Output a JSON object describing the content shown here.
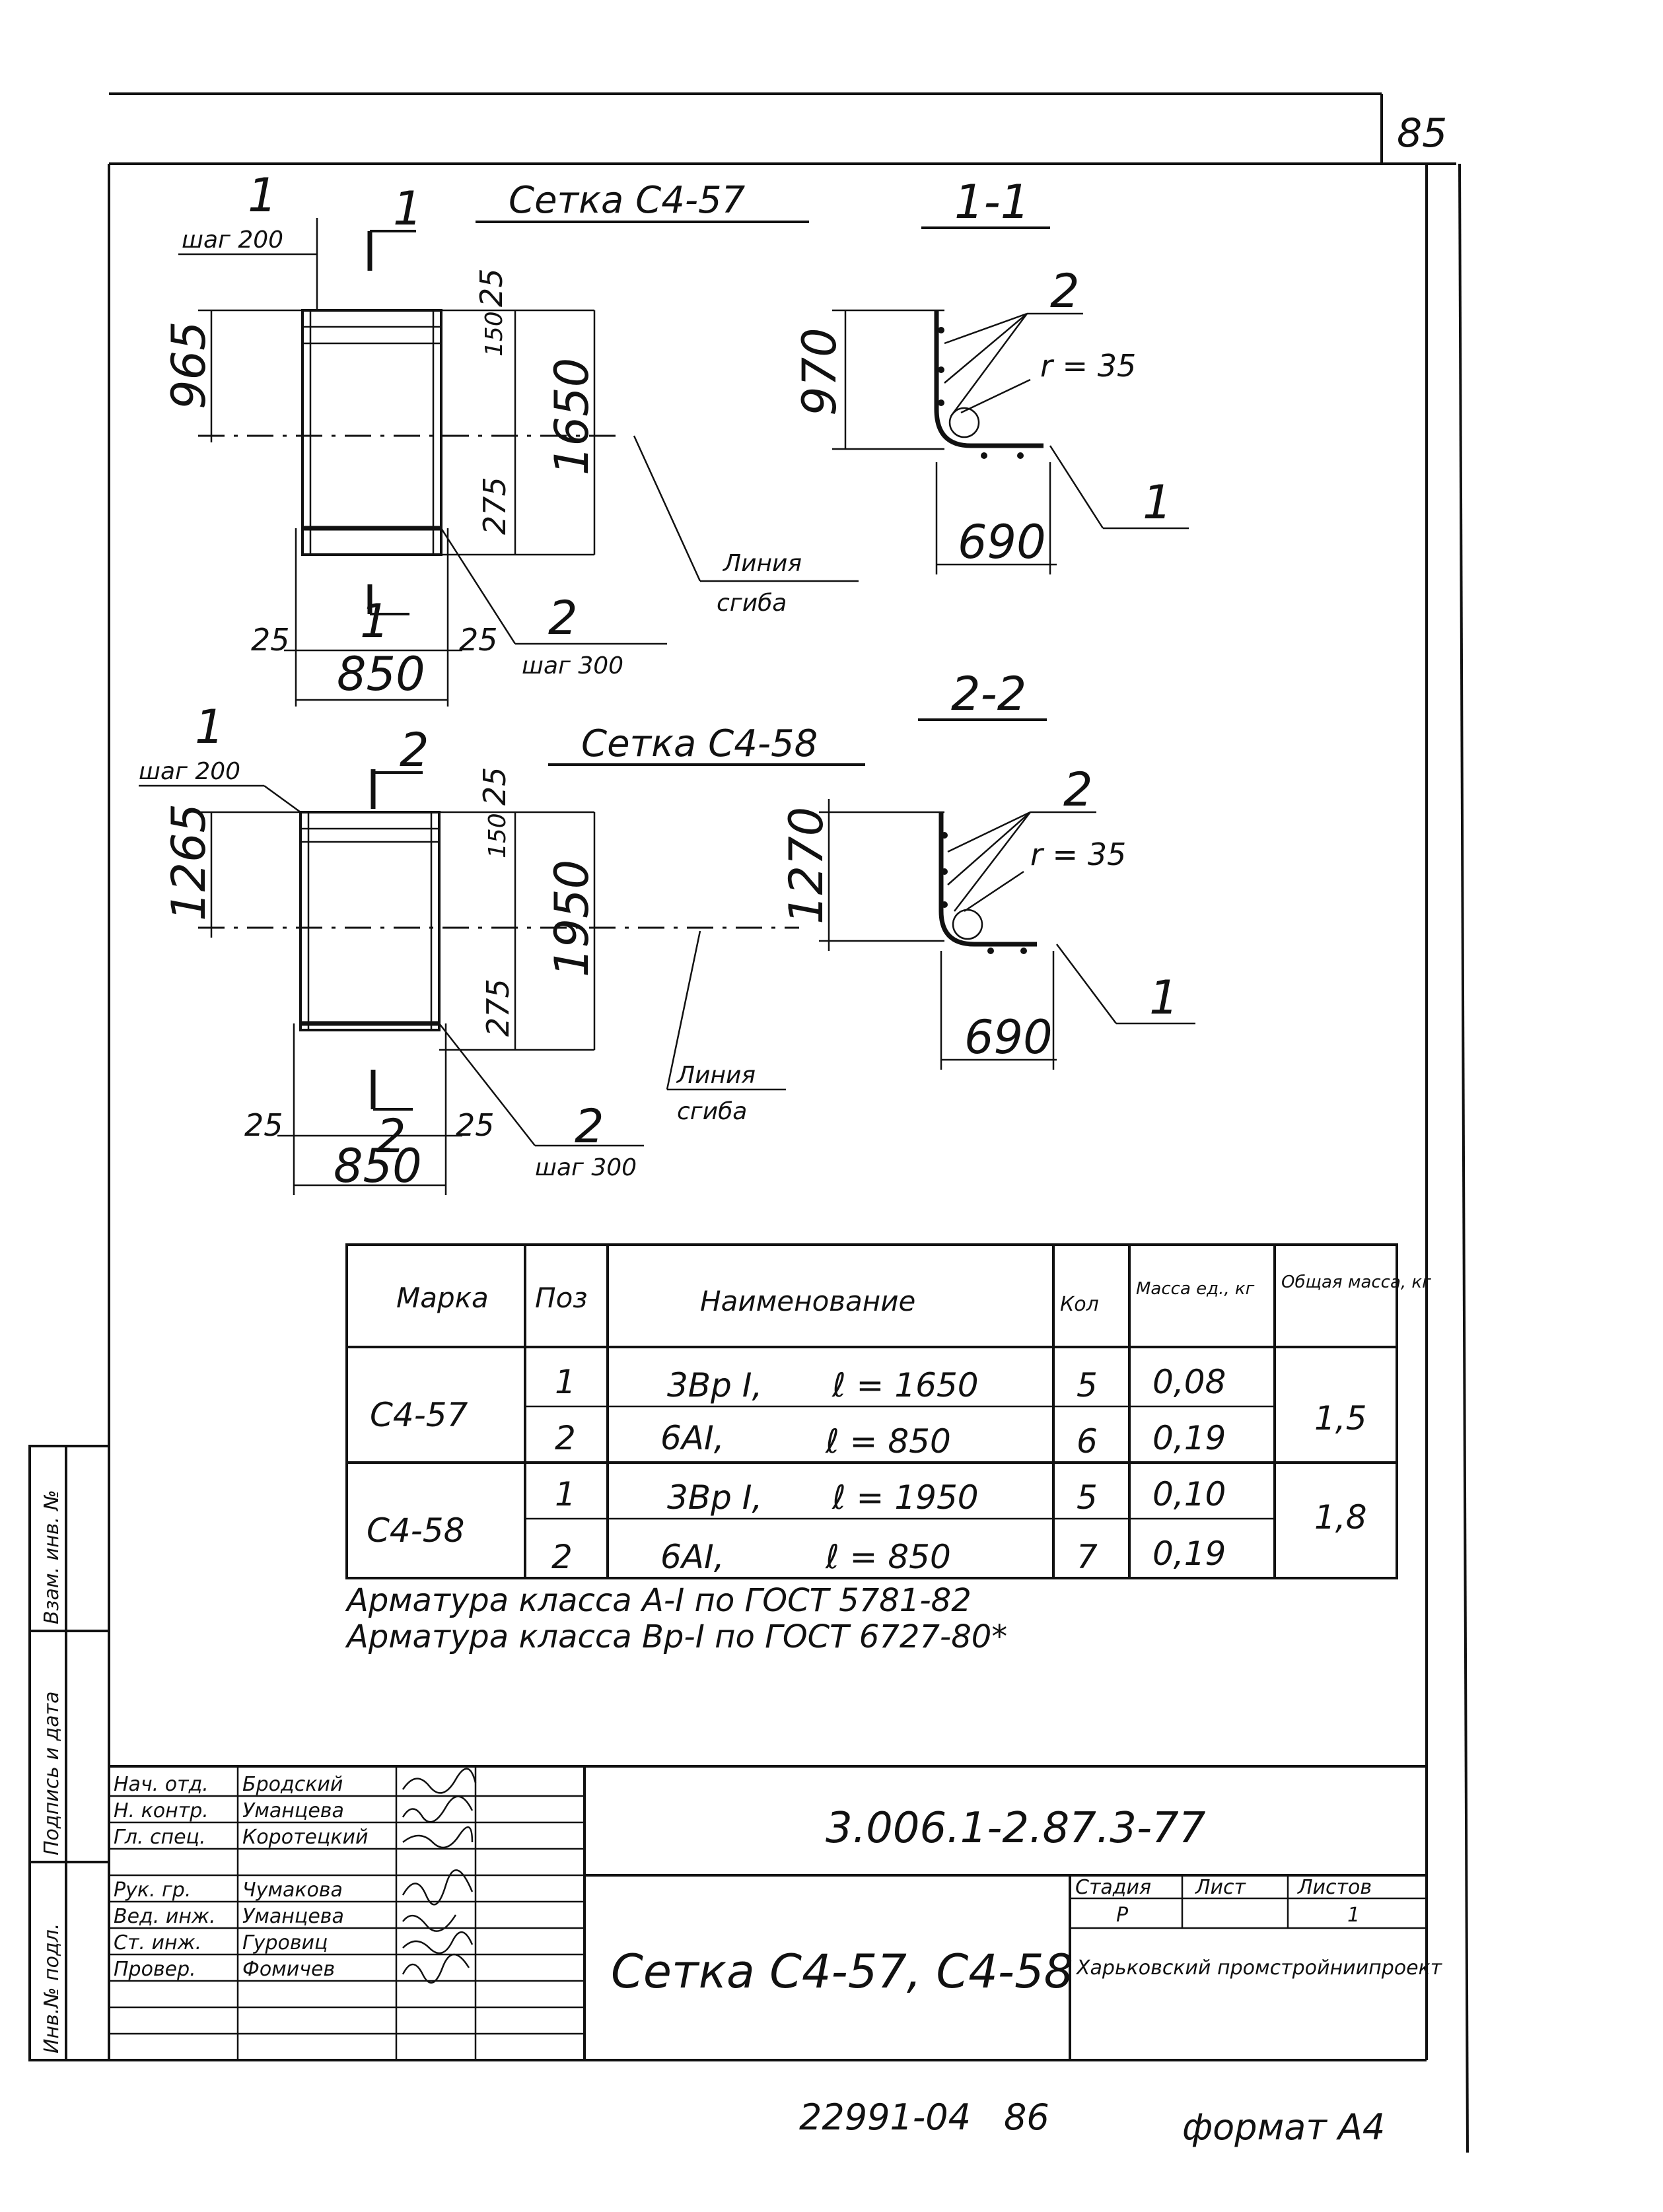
{
  "sheet": {
    "page_number": "85",
    "footer_code": "22991-04",
    "footer_number": "86",
    "format": "формат А4"
  },
  "mesh1": {
    "title": "Сетка С4-57",
    "section_mark": "1",
    "section_title": "1-1",
    "callout1_num": "1",
    "callout1_step": "шаг 200",
    "callout2_num": "2",
    "callout2_step": "шаг 300",
    "dim_height_left": "965",
    "dim_height_total": "1650",
    "dim_top": "25",
    "dim_150": "150",
    "dim_275": "275",
    "dim_edge_left": "25",
    "dim_edge_right": "25",
    "dim_width": "850",
    "bend_label_1": "Линия",
    "bend_label_2": "сгиба",
    "sec_height": "970",
    "sec_width": "690",
    "sec_pos2": "2",
    "sec_radius": "r = 35",
    "sec_pos1": "1"
  },
  "mesh2": {
    "title": "Сетка С4-58",
    "section_mark": "2",
    "section_title": "2-2",
    "callout1_num": "1",
    "callout1_step": "шаг 200",
    "callout2_num": "2",
    "callout2_step": "шаг 300",
    "dim_height_left": "1265",
    "dim_height_total": "1950",
    "dim_top": "25",
    "dim_150": "150",
    "dim_275": "275",
    "dim_edge_left": "25",
    "dim_edge_right": "25",
    "dim_width": "850",
    "bend_label_1": "Линия",
    "bend_label_2": "сгиба",
    "sec_height": "1270",
    "sec_width": "690",
    "sec_pos2": "2",
    "sec_radius": "r = 35",
    "sec_pos1": "1"
  },
  "spec_table": {
    "headers": {
      "mark": "Марка",
      "pos": "Поз",
      "name": "Наименование",
      "qty": "Кол",
      "unit_mass": "Масса ед., кг",
      "total_mass": "Общая масса, кг"
    },
    "groups": [
      {
        "mark": "С4-57",
        "total": "1,5",
        "rows": [
          {
            "pos": "1",
            "name": "3Вр I,",
            "length": "ℓ = 1650",
            "qty": "5",
            "mass": "0,08"
          },
          {
            "pos": "2",
            "name": "6АI,",
            "length": "ℓ = 850",
            "qty": "6",
            "mass": "0,19"
          }
        ]
      },
      {
        "mark": "С4-58",
        "total": "1,8",
        "rows": [
          {
            "pos": "1",
            "name": "3Вр I,",
            "length": "ℓ = 1950",
            "qty": "5",
            "mass": "0,10"
          },
          {
            "pos": "2",
            "name": "6АI,",
            "length": "ℓ = 850",
            "qty": "7",
            "mass": "0,19"
          }
        ]
      }
    ]
  },
  "notes": [
    "Арматура класса А-I по ГОСТ 5781-82",
    "Арматура класса Вр-I по ГОСТ 6727-80*"
  ],
  "side_stamp": {
    "inv_podl": "Инв.№ подл.",
    "podpis": "Подпись и дата",
    "vzam": "Взам. инв. №"
  },
  "title_block": {
    "designation": "3.006.1-2.87.3-77",
    "sheet_title": "Сетка С4-57, С4-58",
    "organization": "Харьковский промстройниипроект",
    "stadia_label": "Стадия",
    "list_label": "Лист",
    "listov_label": "Листов",
    "stadia": "Р",
    "listov": "1",
    "staff": [
      {
        "role": "Нач. отд.",
        "name": "Бродский"
      },
      {
        "role": "Н. контр.",
        "name": "Уманцева"
      },
      {
        "role": "Гл. спец.",
        "name": "Коротецкий"
      },
      {
        "role": "Рук. гр.",
        "name": "Чумакова"
      },
      {
        "role": "Вед. инж.",
        "name": "Уманцева"
      },
      {
        "role": "Ст. инж.",
        "name": "Гуровиц"
      },
      {
        "role": "Провер.",
        "name": "Фомичев"
      }
    ]
  }
}
